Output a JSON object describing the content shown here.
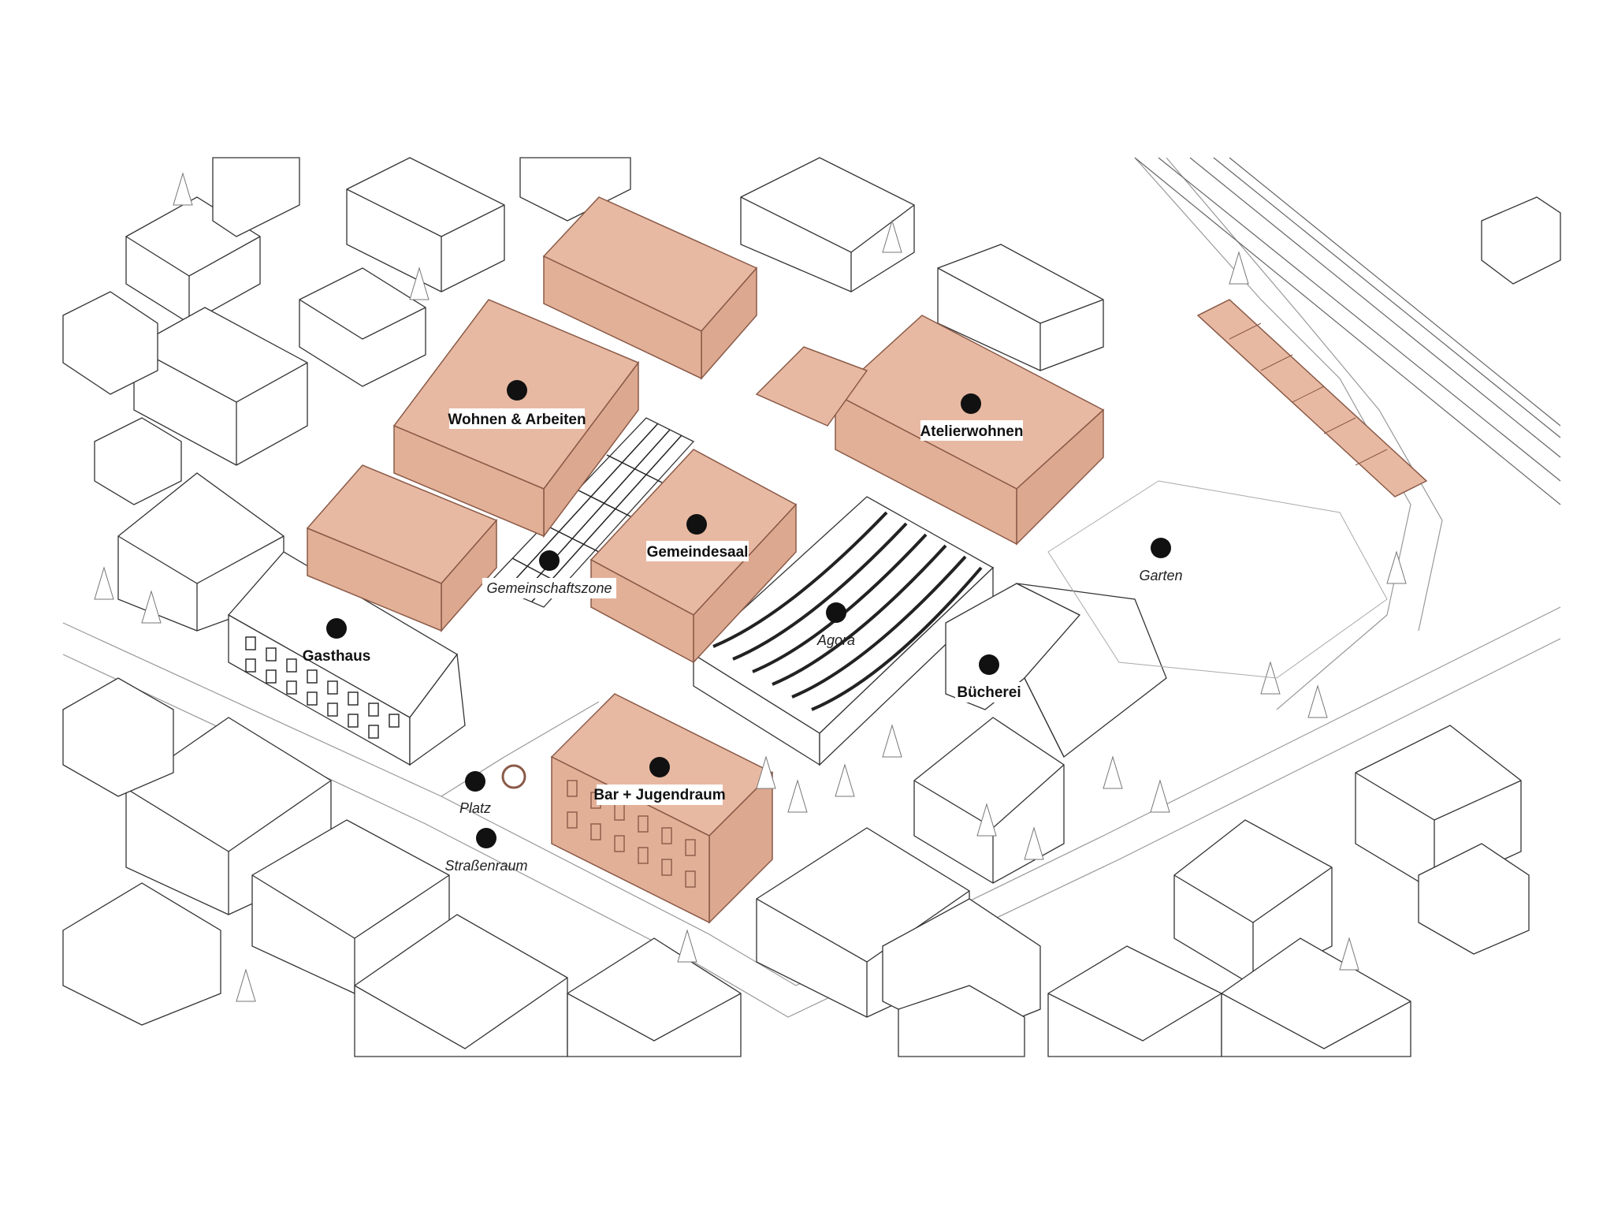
{
  "colors": {
    "accent_fill": "#e8b9a2",
    "accent_stroke": "#8a5a48",
    "line": "#333333",
    "background": "#ffffff",
    "marker": "#111111"
  },
  "labels": [
    {
      "id": "wohnen",
      "text": "Wohnen & Arbeiten",
      "style": "bold"
    },
    {
      "id": "atelier",
      "text": "Atelierwohnen",
      "style": "bold"
    },
    {
      "id": "gemeindesaal",
      "text": "Gemeindesaal",
      "style": "bold"
    },
    {
      "id": "gemeinschaftszone",
      "text": "Gemeinschaftszone",
      "style": "italic"
    },
    {
      "id": "gasthaus",
      "text": "Gasthaus",
      "style": "bold"
    },
    {
      "id": "agora",
      "text": "Agora",
      "style": "italic"
    },
    {
      "id": "garten",
      "text": "Garten",
      "style": "italic"
    },
    {
      "id": "buecherei",
      "text": "Bücherei",
      "style": "bold"
    },
    {
      "id": "bar",
      "text": "Bar + Jugendraum",
      "style": "bold"
    },
    {
      "id": "platz",
      "text": "Platz",
      "style": "italic"
    },
    {
      "id": "strassenraum",
      "text": "Straßenraum",
      "style": "italic"
    }
  ]
}
